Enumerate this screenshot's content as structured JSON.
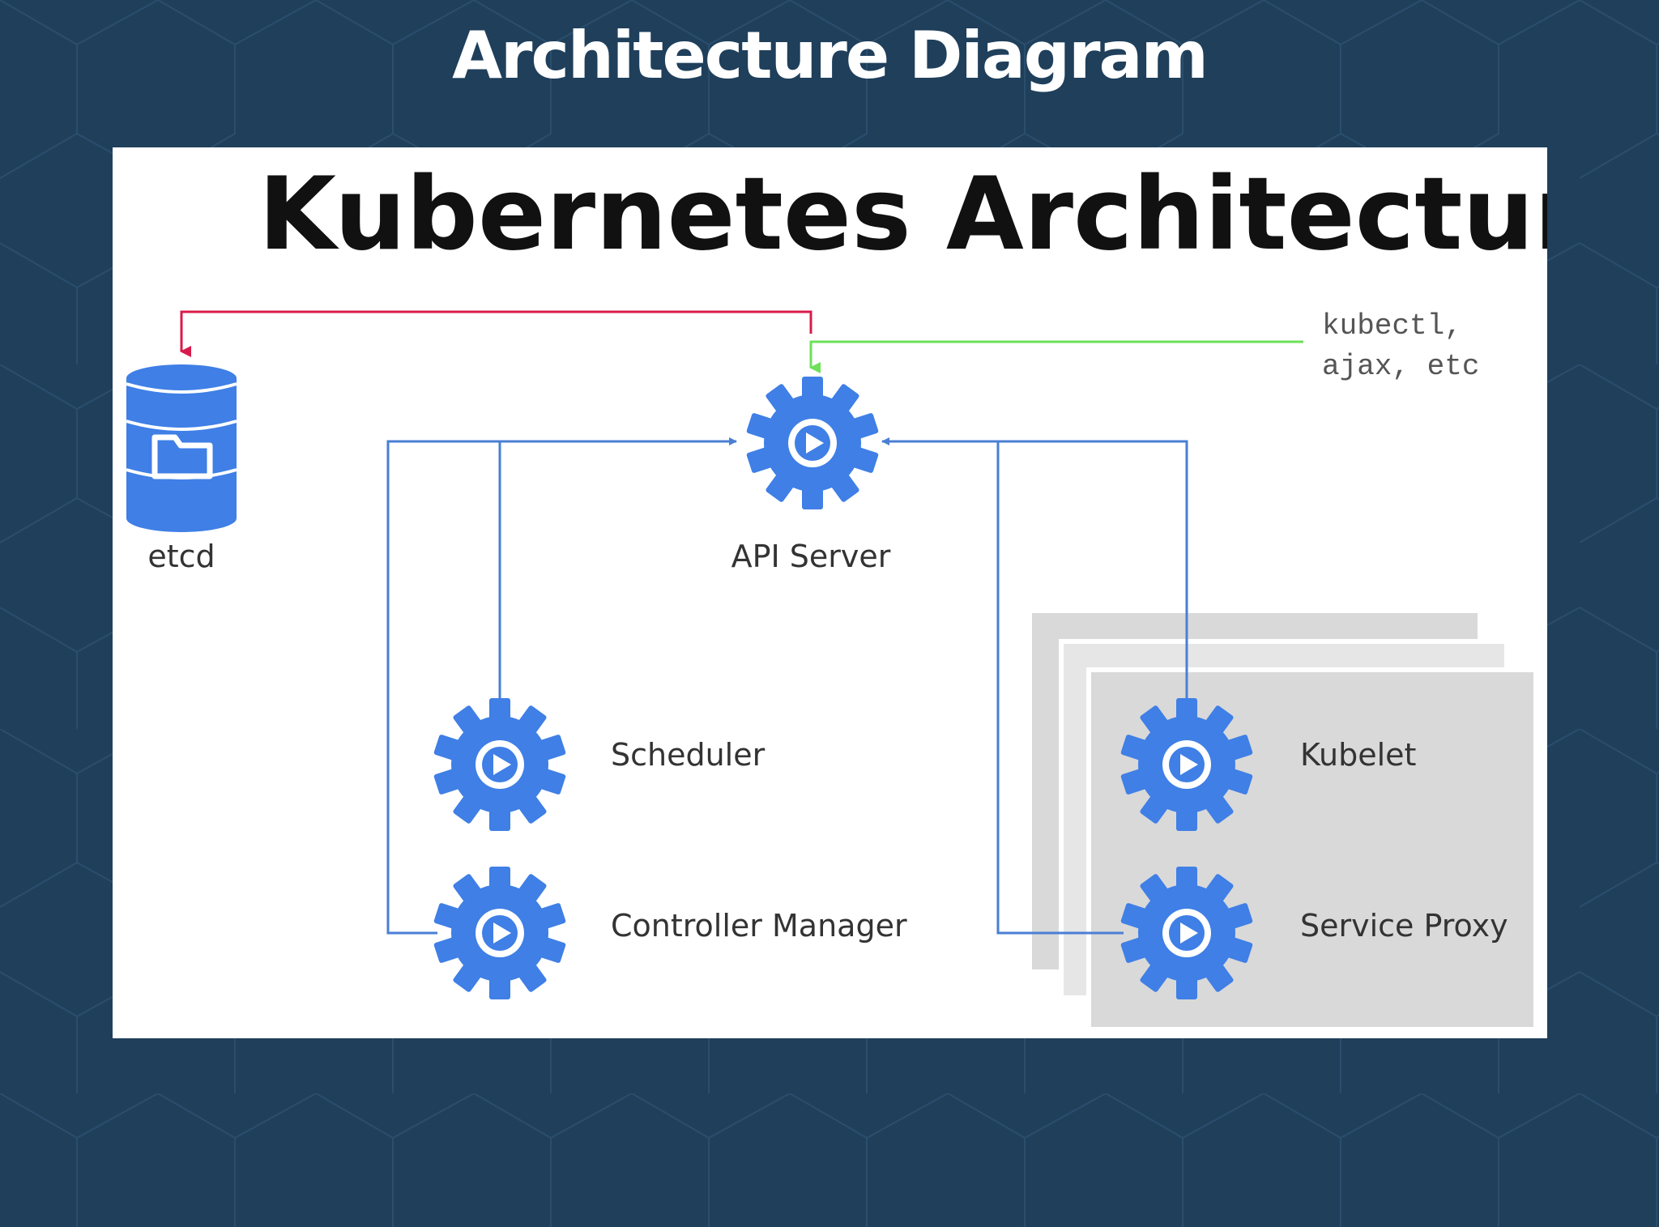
{
  "slide": {
    "title": "Architecture Diagram"
  },
  "diagram": {
    "title": "Kubernetes Architecture",
    "nodes": {
      "etcd": "etcd",
      "api_server": "API Server",
      "scheduler": "Scheduler",
      "controller_manager": "Controller Manager",
      "kubelet": "Kubelet",
      "service_proxy": "Service Proxy"
    },
    "clients": {
      "line1": "kubectl,",
      "line2": "ajax, etc"
    }
  },
  "colors": {
    "background": "#1f3f5b",
    "gear": "#3f7fe6",
    "connector": "#4a7fd4",
    "etcd_link": "#d81b4a",
    "client_link": "#6ee05a",
    "node_stack": "#d9d9d9"
  },
  "icons": {
    "gear": "gear-play-icon",
    "database": "database-icon",
    "folder": "folder-icon"
  }
}
